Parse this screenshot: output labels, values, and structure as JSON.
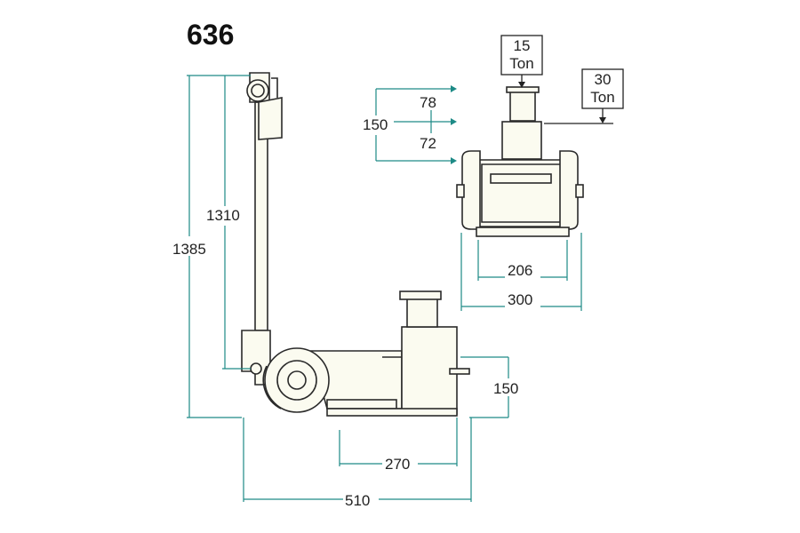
{
  "model": "636",
  "side_view": {
    "dim_total_height": "1385",
    "dim_handle_height": "1310",
    "dim_saddle_height": "150",
    "dim_base_length": "270",
    "dim_overall_length": "510"
  },
  "front_view": {
    "load_small": {
      "value": "15",
      "unit": "Ton"
    },
    "load_large": {
      "value": "30",
      "unit": "Ton"
    },
    "dim_stroke_total": "150",
    "dim_stroke_1": "78",
    "dim_stroke_2": "72",
    "dim_base_inner": "206",
    "dim_base_outer": "300"
  },
  "colors": {
    "dimension": "#1d8a86",
    "outline": "#2a2a2a",
    "fill": "#fbfbf0"
  }
}
